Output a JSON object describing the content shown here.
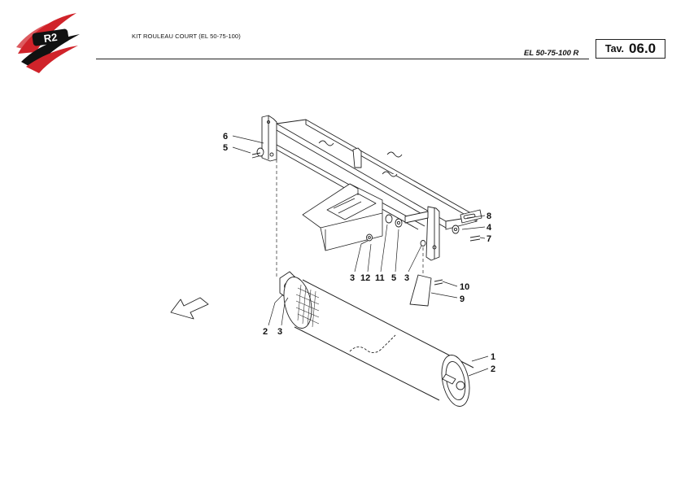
{
  "header": {
    "title": "KIT ROULEAU COURT (EL 50-75-100)",
    "model_code": "EL 50-75-100 R",
    "tav_label": "Tav.",
    "tav_number": "06.0"
  },
  "logo": {
    "text": "R2",
    "colors": [
      "#d0232a",
      "#111111",
      "#ffffff"
    ]
  },
  "diagram": {
    "callouts": [
      "6",
      "5",
      "8",
      "4",
      "7",
      "3",
      "12",
      "11",
      "5",
      "3",
      "10",
      "9",
      "2",
      "3",
      "1",
      "2"
    ]
  }
}
